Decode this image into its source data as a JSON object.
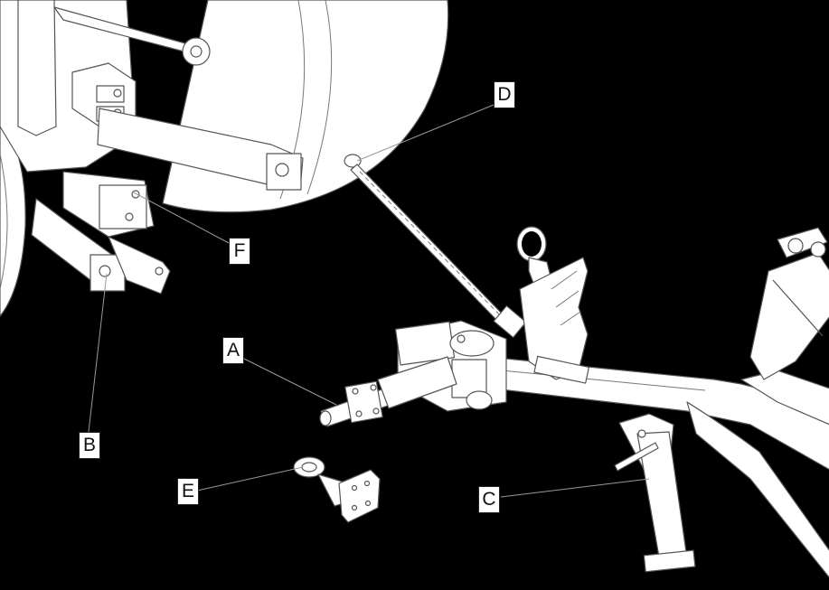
{
  "diagram": {
    "labels": [
      {
        "id": "A",
        "text": "A"
      },
      {
        "id": "B",
        "text": "B"
      },
      {
        "id": "C",
        "text": "C"
      },
      {
        "id": "D",
        "text": "D"
      },
      {
        "id": "E",
        "text": "E"
      },
      {
        "id": "F",
        "text": "F"
      }
    ]
  },
  "colors": {
    "background": "#000000",
    "part_fill": "#ffffff",
    "outline": "#555555",
    "leader": "#999999"
  }
}
